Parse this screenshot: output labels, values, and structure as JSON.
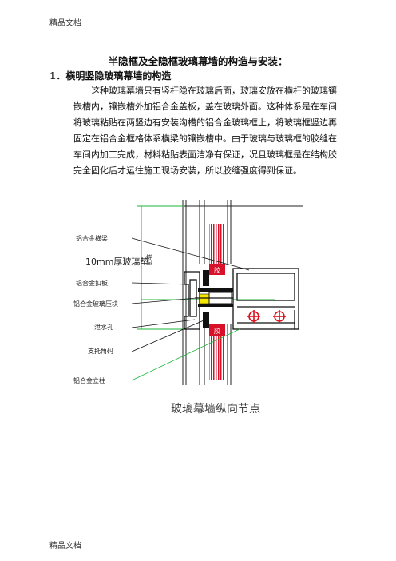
{
  "header": {
    "text": "精品文档"
  },
  "title": "半隐框及全隐框玻璃幕墙的构造与安装：",
  "section": {
    "heading": "1．横明竖隐玻璃幕墙的构造"
  },
  "paragraph": {
    "lines": [
      "这种玻璃幕墙只有竖杆隐在玻璃后面，玻璃安放在横杆的玻璃镶",
      "嵌槽内，镶嵌槽外加铝合金盖板，盖在玻璃外面。这种体系是在车间",
      "将玻璃粘贴在两竖边有安装沟槽的铝合金玻璃框上，将玻璃框竖边再",
      "固定在铝合金框格体系横梁的镶嵌槽中。由于玻璃与玻璃框的胶缝在",
      "车间内加工完成，材料粘贴表面洁净有保证，况且玻璃框是在结构胶",
      "完全固化后才运往施工现场安装，所以胶缝强度得到保证。"
    ]
  },
  "diagram": {
    "labels": {
      "crossbeam": "铝合金横梁",
      "spacer": "10mm厚玻璃垫",
      "cover_plate": "铝合金扣板",
      "glass_clamp": "铝合金玻璃压块",
      "drain_hole": "泄水孔",
      "support_corner": "支托角码",
      "mullion": "铝合金立柱",
      "side_dim": "玻璃",
      "sealant_upper": "胶",
      "sealant_lower": "胶"
    },
    "caption": "玻璃幕墙纵向节点",
    "colors": {
      "sealant": "#d8102a",
      "dimension": "#1db33a",
      "cross_mark": "#e0101c",
      "insert": "#f5e600"
    }
  },
  "footer": {
    "text": "精品文档"
  }
}
